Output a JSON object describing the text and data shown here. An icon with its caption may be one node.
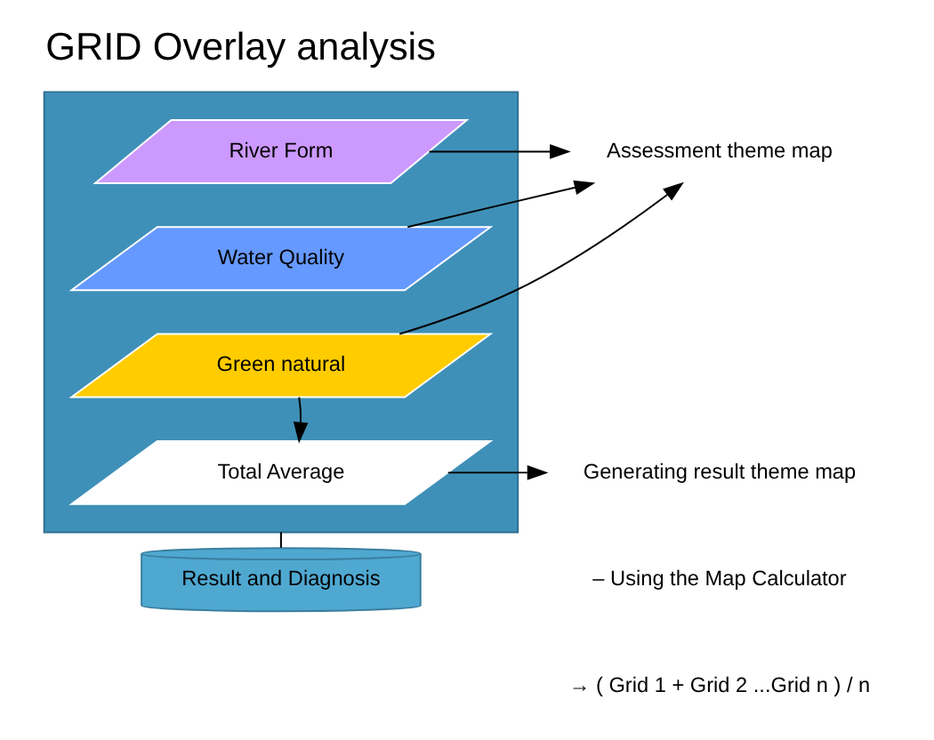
{
  "diagram": {
    "title": "GRID Overlay analysis",
    "nodes": [
      {
        "text": [],
        "shape": "box"
      },
      {
        "text": [
          "River Form"
        ],
        "in": 0
      },
      {
        "text": [
          "Water Quality"
        ],
        "in": 0
      },
      {
        "text": [
          "Green natural"
        ],
        "in": 0
      },
      {
        "text": [
          "Total Average"
        ],
        "in": 0
      },
      {
        "text": [
          "Assessment theme map"
        ]
      },
      {
        "text": [
          "Generating result theme map"
        ]
      },
      {
        "text": [
          "Result and Diagnosis"
        ]
      }
    ],
    "edges": [
      {
        "from": 1,
        "to": 5,
        "arrow": "to"
      },
      {
        "from": 2,
        "to": 5,
        "arrow": "to"
      },
      {
        "from": 3,
        "to": 5,
        "arrow": "to"
      },
      {
        "from": 3,
        "to": 4,
        "arrow": "to"
      },
      {
        "from": 4,
        "to": 6,
        "arrow": "to"
      },
      {
        "from": 0,
        "to": 7,
        "arrow": "none"
      }
    ],
    "labels": [
      "– Using the Map Calculator",
      "→ ( Grid 1 + Grid 2 ...Grid n ) / n"
    ]
  }
}
